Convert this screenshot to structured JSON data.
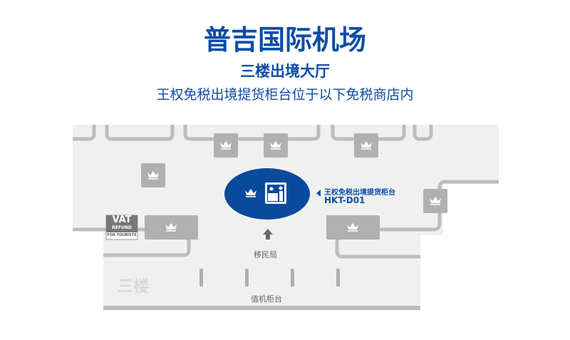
{
  "header": {
    "title": "普吉国际机场",
    "subtitle": "三楼出境大厅",
    "description": "王权免税出境提货柜台位于以下免税商店内"
  },
  "map": {
    "callout_name": "王权免税出境提货柜台",
    "callout_code": "HKT-D01",
    "immigration": "移民局",
    "checkin": "值机柜台",
    "floor": "三楼",
    "vat": {
      "line1": "VAT",
      "line2": "REFUND",
      "line3": "FOR TOURISTS"
    },
    "colors": {
      "brand": "#0d4ea6",
      "shop": "#b0b0b0",
      "floor": "#f0f0f0",
      "wall": "#bdbdbd"
    }
  }
}
